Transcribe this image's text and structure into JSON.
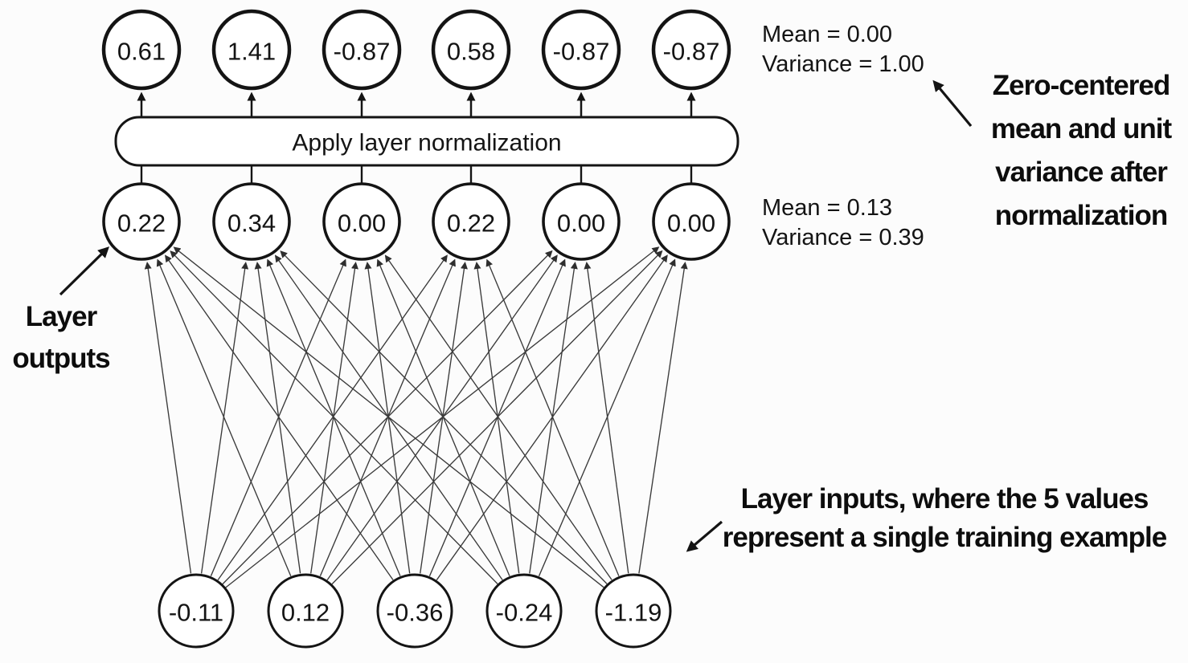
{
  "normalization_box": {
    "label": "Apply layer normalization"
  },
  "stats": {
    "after": {
      "mean": "Mean = 0.00",
      "variance": "Variance = 1.00"
    },
    "before": {
      "mean": "Mean = 0.13",
      "variance": "Variance = 0.39"
    }
  },
  "nodes": {
    "normalized": [
      "0.61",
      "1.41",
      "-0.87",
      "0.58",
      "-0.87",
      "-0.87"
    ],
    "outputs": [
      "0.22",
      "0.34",
      "0.00",
      "0.22",
      "0.00",
      "0.00"
    ],
    "inputs": [
      "-0.11",
      "0.12",
      "-0.36",
      "-0.24",
      "-1.19"
    ]
  },
  "annotations": {
    "zero_centered": {
      "lines": [
        "Zero-centered",
        "mean and unit",
        "variance after",
        "normalization"
      ]
    },
    "layer_outputs": {
      "lines": [
        "Layer",
        "outputs"
      ]
    },
    "layer_inputs": {
      "lines": [
        "Layer inputs, where the 5 values",
        "represent a single training example"
      ]
    }
  },
  "colors": {
    "ink": "#141414",
    "line": "#3a3a3a",
    "bg": "#fcfcfc"
  }
}
